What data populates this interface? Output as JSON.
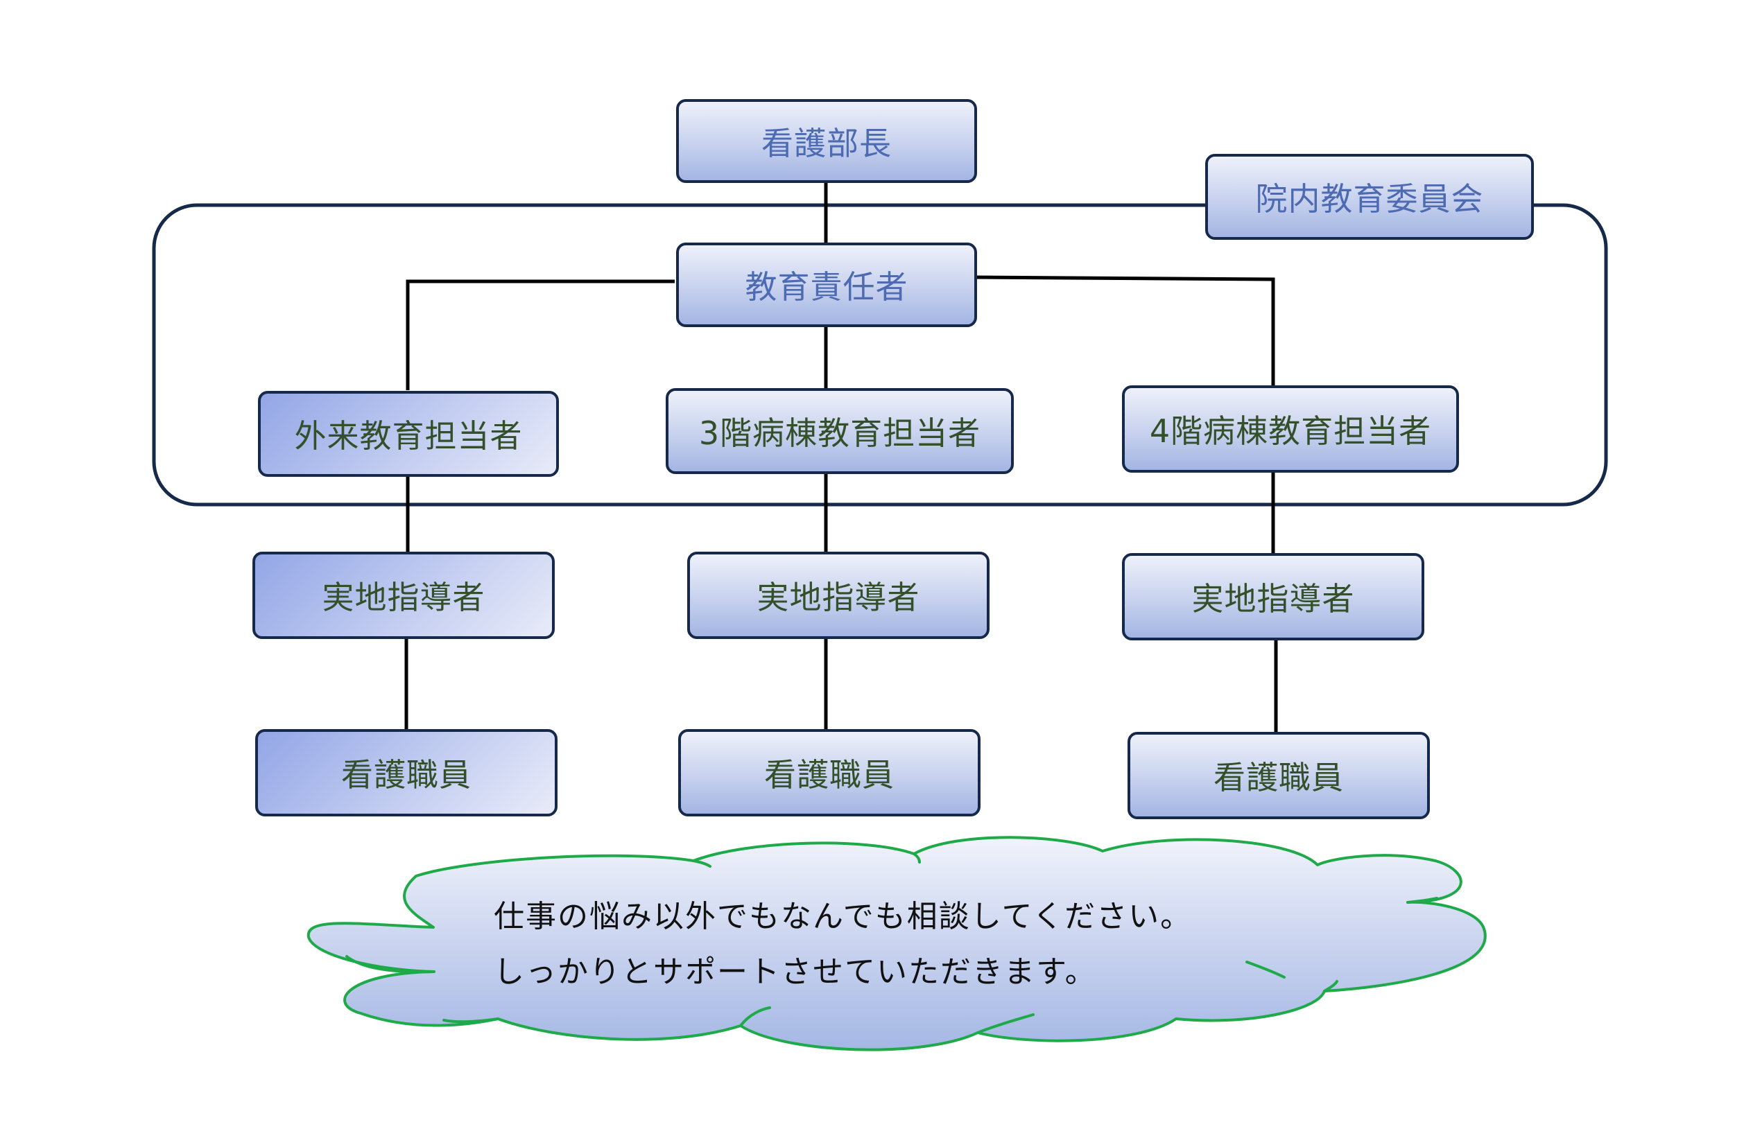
{
  "org_chart": {
    "director": "看護部長",
    "committee": "院内教育委員会",
    "education_lead": "教育責任者",
    "outpatient_coordinator": "外来教育担当者",
    "ward3_coordinator": "3階病棟教育担当者",
    "ward4_coordinator": "4階病棟教育担当者",
    "preceptor_outpatient": "実地指導者",
    "preceptor_ward3": "実地指導者",
    "preceptor_ward4": "実地指導者",
    "staff_outpatient": "看護職員",
    "staff_ward3": "看護職員",
    "staff_ward4": "看護職員"
  },
  "message": {
    "line1": "仕事の悩み以外でもなんでも相談してください。",
    "line2": "しっかりとサポートさせていただきます。"
  },
  "colors": {
    "box_border": "#17294a",
    "box_fill_light": "#eef1fa",
    "box_fill_dark": "#a3b5e3",
    "label_blue": "#4d6bb3",
    "label_green": "#33502a",
    "connector": "#000000",
    "cloud_outline": "#1faa4a"
  }
}
